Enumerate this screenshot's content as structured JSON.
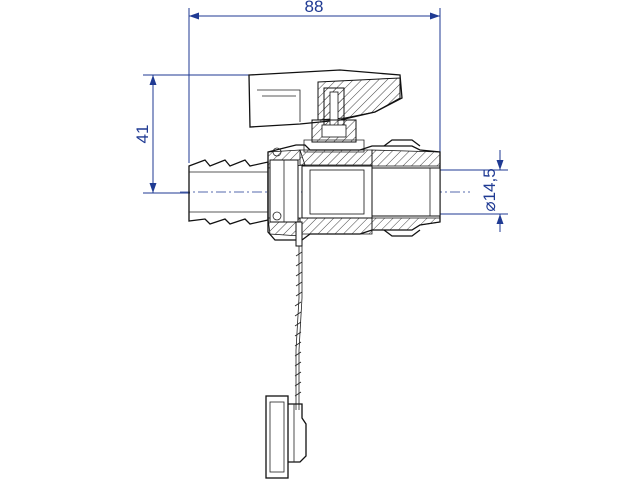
{
  "dimensions": {
    "width_label": "88",
    "height_label": "41",
    "diameter_label": "⌀14,5"
  },
  "colors": {
    "dimension": "#1f3a93",
    "outline": "#111111",
    "hatch": "#444444",
    "handle_fill": "#ffffff"
  }
}
